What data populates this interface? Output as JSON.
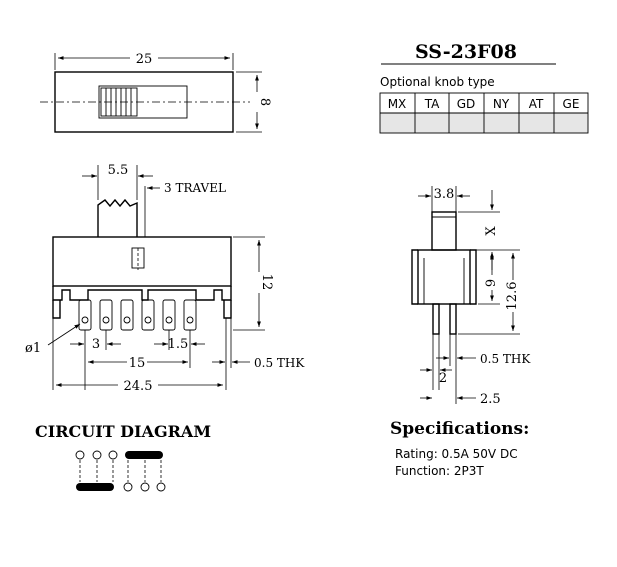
{
  "model": "SS-23F08",
  "knob": {
    "caption": "Optional knob type",
    "types": [
      "MX",
      "TA",
      "GD",
      "NY",
      "AT",
      "GE"
    ]
  },
  "top_view": {
    "length": "25",
    "height": "8"
  },
  "front_view": {
    "stem_width": "5.5",
    "travel": "3 TRAVEL",
    "height": "12",
    "hole_dia": "ø1",
    "pin_spacing_a": "3",
    "pin_spacing_b": "1.5",
    "pin_span": "15",
    "overall": "24.5",
    "thickness": "0.5  THK"
  },
  "side_view": {
    "knob_width": "3.8",
    "knob_height": "X",
    "body_height": "9",
    "total_height": "12.6",
    "thickness": "0.5  THK",
    "pin_width": "2",
    "pin_pitch": "2.5"
  },
  "circuit": {
    "title": "CIRCUIT DIAGRAM"
  },
  "specs": {
    "title": "Specifications:",
    "rating": "Rating: 0.5A 50V DC",
    "function": "Function: 2P3T"
  }
}
